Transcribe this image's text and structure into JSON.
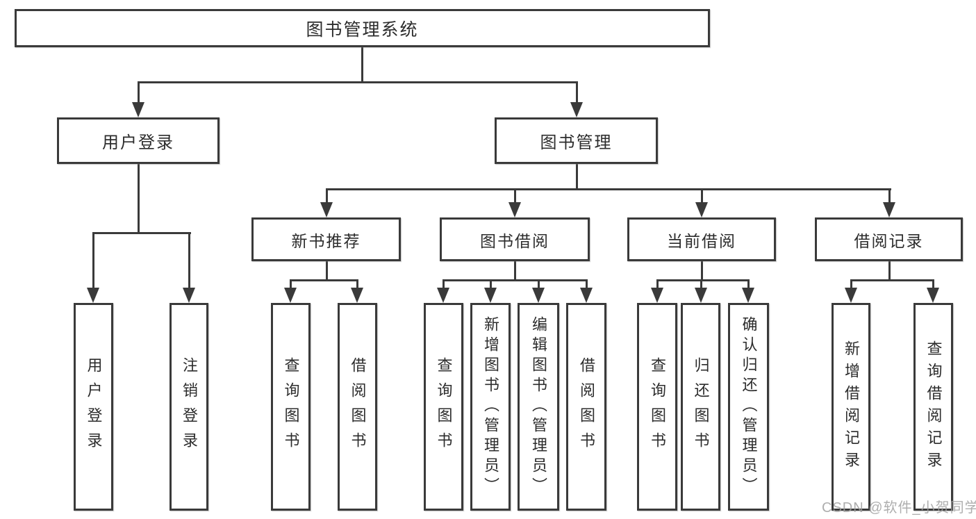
{
  "diagram": {
    "tree": {
      "label": "图书管理系统",
      "children": [
        {
          "label": "用户登录",
          "children": [
            {
              "label": "用户登录"
            },
            {
              "label": "注销登录"
            }
          ]
        },
        {
          "label": "图书管理",
          "children": [
            {
              "label": "新书推荐",
              "children": [
                {
                  "label": "查询图书"
                },
                {
                  "label": "借阅图书"
                }
              ]
            },
            {
              "label": "图书借阅",
              "children": [
                {
                  "label": "查询图书"
                },
                {
                  "label": "新增图书（管理员）"
                },
                {
                  "label": "编辑图书（管理员）"
                },
                {
                  "label": "借阅图书"
                }
              ]
            },
            {
              "label": "当前借阅",
              "children": [
                {
                  "label": "查询图书"
                },
                {
                  "label": "归还图书"
                },
                {
                  "label": "确认归还（管理员）"
                }
              ]
            },
            {
              "label": "借阅记录",
              "children": [
                {
                  "label": "新增借阅记录"
                },
                {
                  "label": "查询借阅记录"
                }
              ]
            }
          ]
        }
      ]
    },
    "line_color": "#3a3a3a",
    "background_color": "#ffffff"
  },
  "watermark": "CSDN @软件_小贺同学"
}
